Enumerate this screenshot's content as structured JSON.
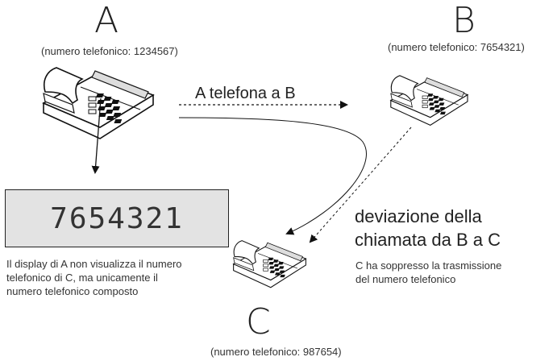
{
  "phones": {
    "a": {
      "letter": "A",
      "number_label": "(numero telefonico: 1234567)"
    },
    "b": {
      "letter": "B",
      "number_label": "(numero telefonico: 7654321)"
    },
    "c": {
      "letter": "C",
      "number_label": "(numero telefonico: 987654)"
    }
  },
  "call_label": "A telefona a B",
  "display": {
    "value": "7654321"
  },
  "display_note": [
    "Il display di A non visualizza il numero",
    "telefonico di C, ma unicamente il",
    "numero telefonico composto"
  ],
  "forwarding": {
    "title": [
      "deviazione della",
      "chiamata da B a C"
    ],
    "note": [
      "C ha soppresso la trasmissione",
      "del numero telefonico"
    ]
  }
}
